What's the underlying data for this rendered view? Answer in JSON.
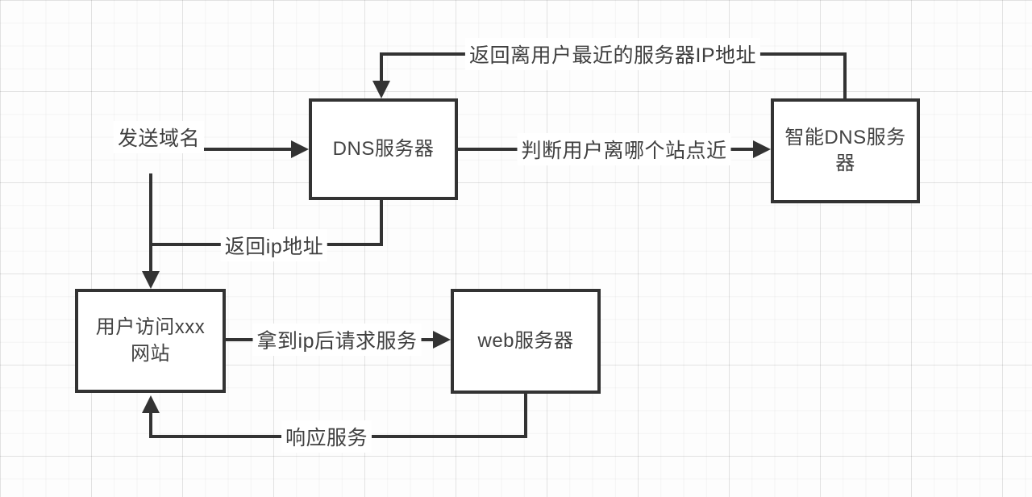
{
  "diagram": {
    "type": "flowchart",
    "nodes": [
      {
        "id": "dns-server",
        "label": "DNS服务器",
        "lines": [
          "DNS服务器"
        ]
      },
      {
        "id": "smart-dns-server",
        "label": "智能DNS服务器",
        "lines": [
          "智能DNS服务",
          "器"
        ]
      },
      {
        "id": "user-site",
        "label": "用户访问xxx网站",
        "lines": [
          "用户访问xxx",
          "网站"
        ]
      },
      {
        "id": "web-server",
        "label": "web服务器",
        "lines": [
          "web服务器"
        ]
      }
    ],
    "edges": [
      {
        "id": "send-domain",
        "label": "发送域名",
        "from": "user-site",
        "to": "dns-server"
      },
      {
        "id": "return-nearest-ip",
        "label": "返回离用户最近的服务器IP地址",
        "from": "smart-dns-server",
        "to": "dns-server"
      },
      {
        "id": "judge-nearest-site",
        "label": "判断用户离哪个站点近",
        "from": "dns-server",
        "to": "smart-dns-server"
      },
      {
        "id": "return-ip",
        "label": "返回ip地址",
        "from": "dns-server",
        "to": "user-site"
      },
      {
        "id": "request-service",
        "label": "拿到ip后请求服务",
        "from": "user-site",
        "to": "web-server"
      },
      {
        "id": "respond-service",
        "label": "响应服务",
        "from": "web-server",
        "to": "user-site"
      }
    ],
    "colors": {
      "line": "#333333",
      "node_border": "#333333",
      "node_fill": "#ffffff",
      "text": "#424242",
      "canvas_background": "#fdfdfd",
      "grid_minor": "#f1f1f1",
      "grid_major": "#e9e9e9"
    }
  }
}
